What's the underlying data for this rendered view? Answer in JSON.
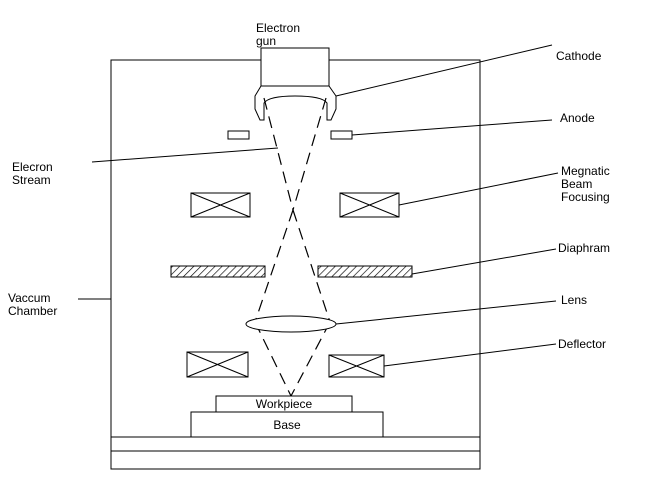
{
  "labels": {
    "electron_gun": "Electron\ngun",
    "cathode": "Cathode",
    "anode": "Anode",
    "electron_stream": "Elecron\nStream",
    "magnetic_focusing": "Megnatic\nBeam\nFocusing",
    "diaphragm": "Diaphram",
    "vacuum_chamber": "Vaccum\nChamber",
    "lens": "Lens",
    "deflector": "Deflector",
    "workpiece": "Workpiece",
    "base": "Base"
  },
  "colors": {
    "stroke": "#000000",
    "background": "#ffffff"
  }
}
